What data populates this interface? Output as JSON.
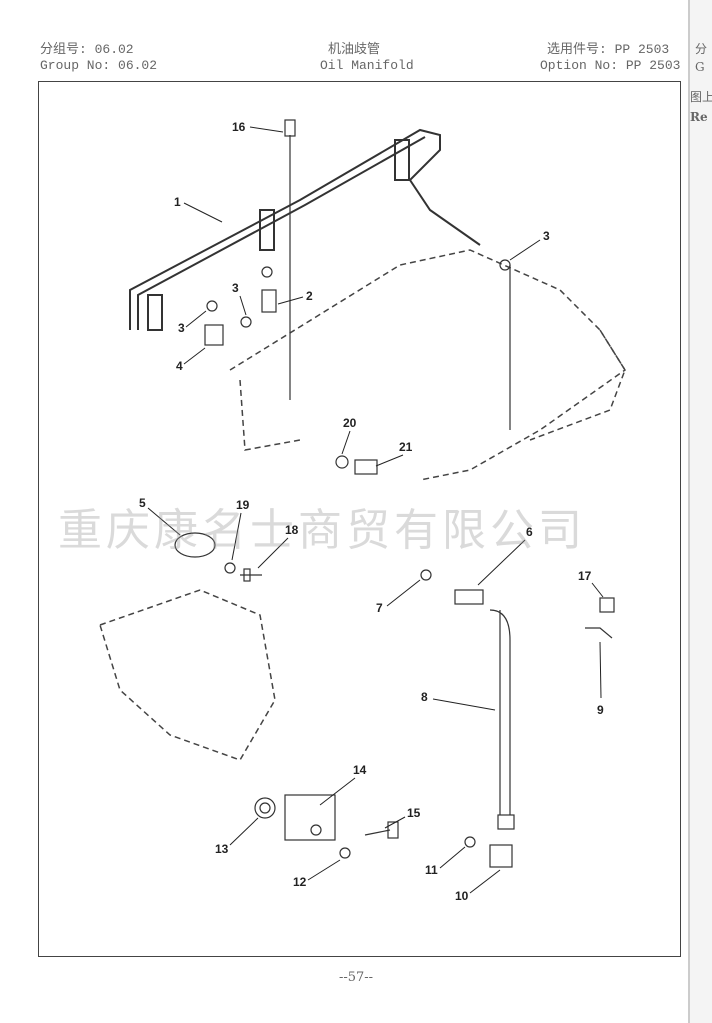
{
  "header": {
    "group_cn": "分组号: 06.02",
    "group_en": "Group No: 06.02",
    "title_cn": "机油歧管",
    "title_en": "Oil Manifold",
    "option_cn": "选用件号: PP 2503",
    "option_en": "Option No: PP 2503"
  },
  "adjacent_page": {
    "line1": "分",
    "line2": "G",
    "line3": "图上",
    "line4": "Re"
  },
  "watermark": "重庆康名士商贸有限公司",
  "callouts": [
    "16",
    "1",
    "3",
    "3",
    "2",
    "3",
    "4",
    "20",
    "21",
    "5",
    "19",
    "18",
    "6",
    "7",
    "17",
    "9",
    "8",
    "14",
    "15",
    "13",
    "12",
    "11",
    "10"
  ],
  "page_number": "--57--"
}
